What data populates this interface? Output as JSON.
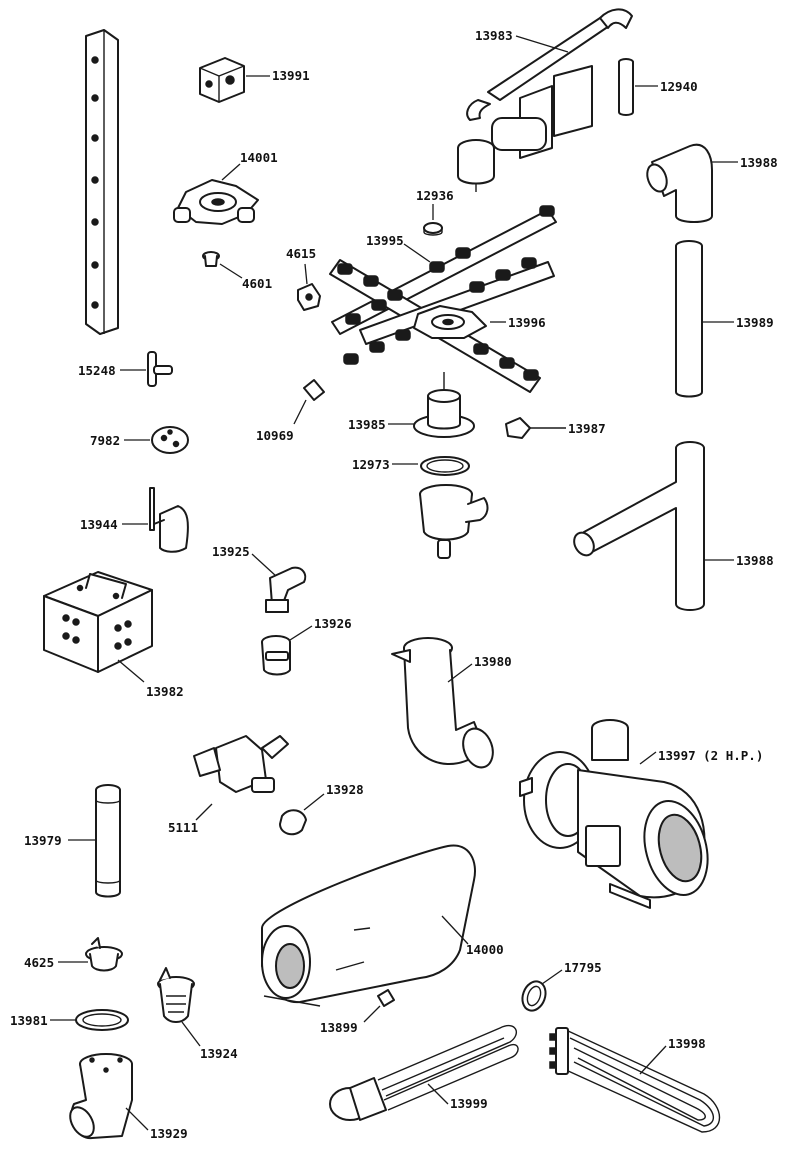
{
  "parts": [
    {
      "key": "p13983",
      "number": "13983"
    },
    {
      "key": "p13991",
      "number": "13991"
    },
    {
      "key": "p12940",
      "number": "12940"
    },
    {
      "key": "p13988a",
      "number": "13988"
    },
    {
      "key": "p14001",
      "number": "14001"
    },
    {
      "key": "p12936",
      "number": "12936"
    },
    {
      "key": "p13995",
      "number": "13995"
    },
    {
      "key": "p4615",
      "number": "4615"
    },
    {
      "key": "p4601",
      "number": "4601"
    },
    {
      "key": "p13989",
      "number": "13989"
    },
    {
      "key": "p13996",
      "number": "13996"
    },
    {
      "key": "p15248",
      "number": "15248"
    },
    {
      "key": "p10969",
      "number": "10969"
    },
    {
      "key": "p7982",
      "number": "7982"
    },
    {
      "key": "p13985",
      "number": "13985"
    },
    {
      "key": "p13987",
      "number": "13987"
    },
    {
      "key": "p12973",
      "number": "12973"
    },
    {
      "key": "p13944",
      "number": "13944"
    },
    {
      "key": "p13925",
      "number": "13925"
    },
    {
      "key": "p13988b",
      "number": "13988"
    },
    {
      "key": "p13926",
      "number": "13926"
    },
    {
      "key": "p13980",
      "number": "13980"
    },
    {
      "key": "p13982",
      "number": "13982"
    },
    {
      "key": "p13997",
      "number": "13997 (2 H.P.)"
    },
    {
      "key": "p13928",
      "number": "13928"
    },
    {
      "key": "p5111",
      "number": "5111"
    },
    {
      "key": "p13979",
      "number": "13979"
    },
    {
      "key": "p14000",
      "number": "14000"
    },
    {
      "key": "p4625",
      "number": "4625"
    },
    {
      "key": "p17795",
      "number": "17795"
    },
    {
      "key": "p13981",
      "number": "13981"
    },
    {
      "key": "p13899",
      "number": "13899"
    },
    {
      "key": "p13924",
      "number": "13924"
    },
    {
      "key": "p13998",
      "number": "13998"
    },
    {
      "key": "p13999",
      "number": "13999"
    },
    {
      "key": "p13929",
      "number": "13929"
    }
  ]
}
